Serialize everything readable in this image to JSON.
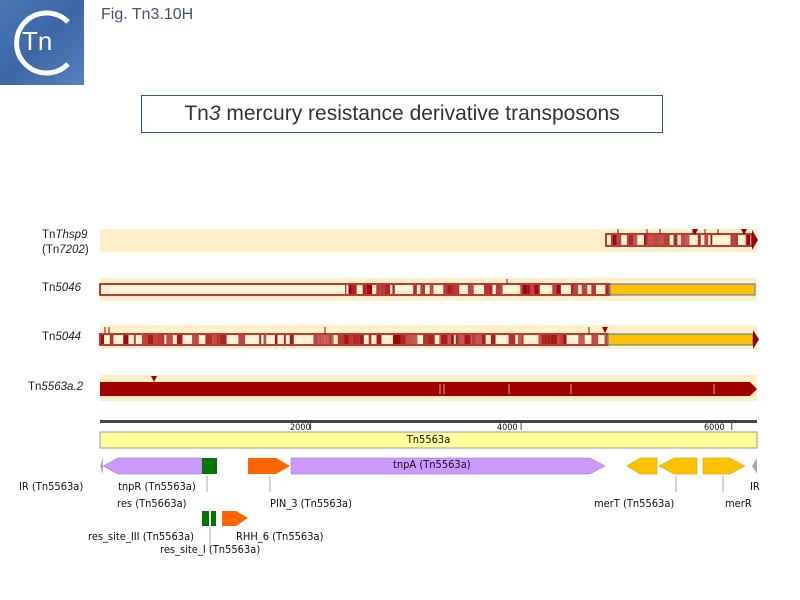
{
  "header": {
    "figure_label": "Fig. Tn3.10H",
    "logo_text": "Tn"
  },
  "title": {
    "prefix": "Tn",
    "italic": "3",
    "suffix": " mercury resistance derivative transposons"
  },
  "colors": {
    "track_bg": "#fdefc8",
    "match_red": "#a00000",
    "mer_yellow": "#ffc000",
    "pale_yellow": "#ffff99",
    "lilac": "#cc99ff",
    "orange": "#ff6600",
    "green": "#007700",
    "grey": "#aaaaaa",
    "title_border": "#2f5597"
  },
  "tracks": [
    {
      "name_prefix": "Tn",
      "name_italic": "Thsp9",
      "name_line2_prefix": "(Tn",
      "name_line2_italic": "7202",
      "name_line2_suffix": ")"
    },
    {
      "name_prefix": "Tn",
      "name_italic": "5046"
    },
    {
      "name_prefix": "Tn",
      "name_italic": "5044"
    },
    {
      "name_prefix": "Tn",
      "name_italic": "5563a.2"
    }
  ],
  "ruler": {
    "ticks": [
      "2000",
      "4000",
      "6000"
    ],
    "tick_values": [
      2000,
      4000,
      6000
    ],
    "length_bp": 6240
  },
  "element": {
    "label": "Tn5563a"
  },
  "features": [
    {
      "label": "IR (Tn5563a)",
      "type": "repeat"
    },
    {
      "label": "tnpR (Tn5563a)",
      "type": "gene"
    },
    {
      "label": "res (Tn5663a)",
      "type": "site"
    },
    {
      "label": "PIN_3 (Tn5563a)",
      "type": "domain"
    },
    {
      "label": "tnpA (Tn5563a)",
      "type": "gene"
    },
    {
      "label": "merT (Tn5563a)",
      "type": "gene"
    },
    {
      "label": "merR",
      "type": "gene"
    },
    {
      "label": "IR",
      "type": "repeat"
    },
    {
      "label": "res_site_III (Tn5563a)",
      "type": "site"
    },
    {
      "label": "res_site_I (Tn5563a)",
      "type": "site"
    },
    {
      "label": "RHH_6 (Tn5563a)",
      "type": "domain"
    }
  ]
}
